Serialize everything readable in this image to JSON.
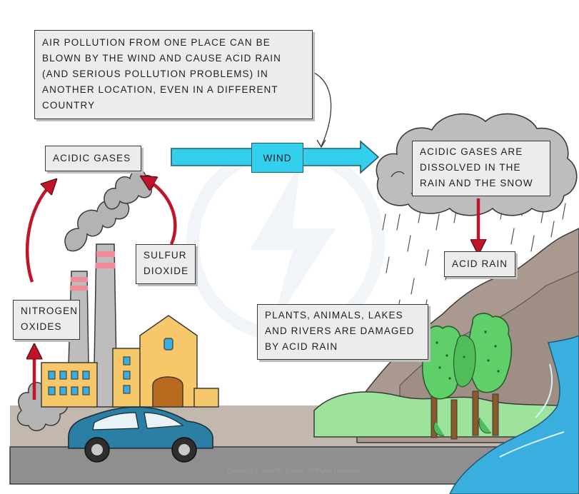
{
  "labels": {
    "air_pollution": [
      "AIR POLLUTION FROM ONE PLACE CAN BE",
      "BLOWN BY THE WIND AND CAUSE ACID RAIN",
      "(AND SERIOUS POLLUTION PROBLEMS) IN",
      "ANOTHER LOCATION, EVEN IN A DIFFERENT",
      "COUNTRY"
    ],
    "acidic_gases": "ACIDIC GASES",
    "wind": "WIND",
    "dissolved": [
      "ACIDIC GASES ARE",
      "DISSOLVED IN THE",
      "RAIN AND THE SNOW"
    ],
    "acid_rain": "ACID RAIN",
    "sulfur_dioxide": [
      "SULFUR",
      "DIOXIDE"
    ],
    "nitrogen_oxides": [
      "NITROGEN",
      "OXIDES"
    ],
    "damage": [
      "PLANTS, ANIMALS, LAKES",
      "AND RIVERS ARE DAMAGED",
      "BY ACID RAIN"
    ]
  },
  "copyright": "Copyright © Save My Exams. All Rights Reserved",
  "colors": {
    "box_fill": "#ececec",
    "wind_arrow": "#33d0ee",
    "red_arrow": "#c0142b",
    "cloud": "#bdbdbd",
    "smoke": "#b3b3b3",
    "mountain": "#a9998f",
    "grass": "#9ee39c",
    "tree": "#5fcf6a",
    "water": "#3aaede",
    "car": "#2b7fa5",
    "building": "#f6c86a",
    "ground": "#c2b8ae",
    "road": "#8f8f8f"
  }
}
